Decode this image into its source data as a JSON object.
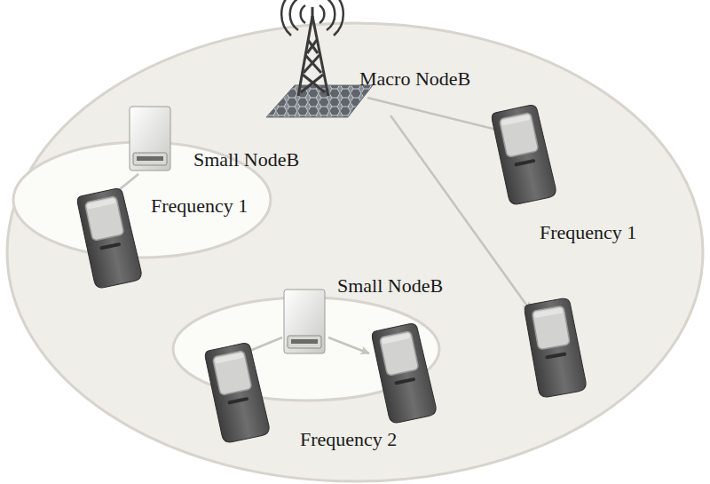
{
  "diagram": {
    "nodes": [
      {
        "text": [
          "Macro NodeB",
          "Frequency 1"
        ]
      },
      {
        "text": [
          "Small NodeB",
          "Frequency 1"
        ],
        "in": 0
      },
      {
        "text": [
          "Small NodeB",
          "Frequency 2"
        ],
        "in": 0
      }
    ]
  }
}
